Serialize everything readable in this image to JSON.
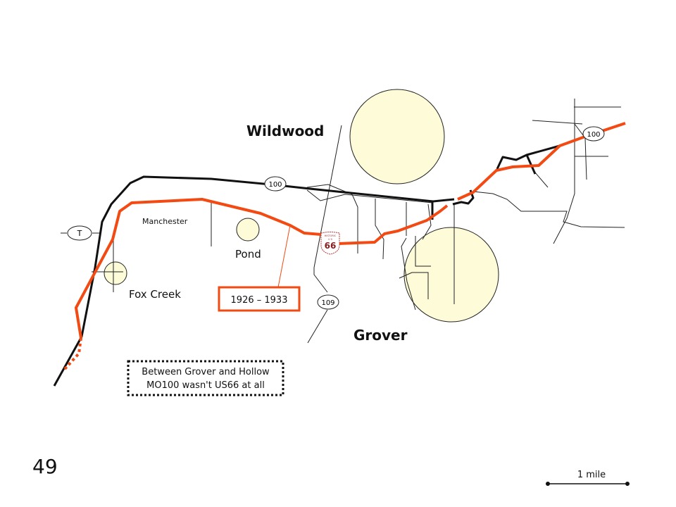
{
  "slide_number": "49",
  "places": {
    "wildwood": "Wildwood",
    "grover": "Grover",
    "pond": "Pond",
    "fox_creek": "Fox Creek",
    "manchester": "Manchester"
  },
  "route_markers": {
    "t": "T",
    "mo100_west": "100",
    "mo100_east": "100",
    "r109": "109",
    "us66_shield_top": "HISTORIC",
    "us66_shield_mid": "U S",
    "us66_shield_number": "66"
  },
  "callout_years": "1926 – 1933",
  "note": {
    "line1": "Between Grover and Hollow",
    "line2": "MO100 wasn't US66 at all"
  },
  "scale_label": "1 mile",
  "colors": {
    "route66": "#f24a12",
    "mo100": "#111111",
    "town_fill": "#fdfbd8"
  }
}
